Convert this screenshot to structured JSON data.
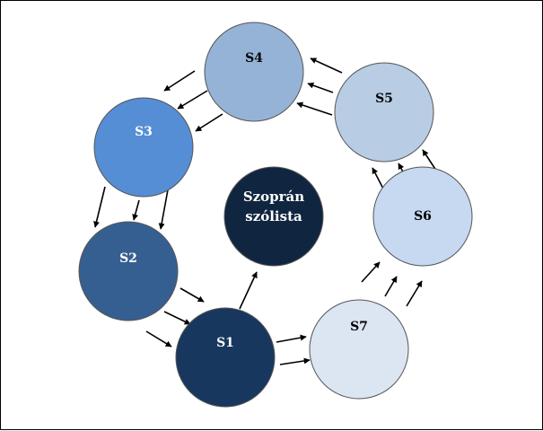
{
  "colors": {
    "arrow": "#000000",
    "node_stroke": "#555555"
  },
  "nodes": [
    {
      "id": "S4",
      "label": "S4",
      "fill": "#95b3d7",
      "text_color": "#000000"
    },
    {
      "id": "S5",
      "label": "S5",
      "fill": "#b8cce4",
      "text_color": "#000000"
    },
    {
      "id": "S3",
      "label": "S3",
      "fill": "#558ed5",
      "text_color": "#ffffff"
    },
    {
      "id": "S6",
      "label": "S6",
      "fill": "#c6d9f1",
      "text_color": "#000000"
    },
    {
      "id": "S2",
      "label": "S2",
      "fill": "#365f91",
      "text_color": "#ffffff"
    },
    {
      "id": "S1",
      "label": "S1",
      "fill": "#17375e",
      "text_color": "#ffffff"
    },
    {
      "id": "S7",
      "label": "S7",
      "fill": "#dce6f2",
      "text_color": "#000000"
    }
  ],
  "center": {
    "id": "center",
    "label_lines": [
      "Szoprán",
      "szólista"
    ],
    "fill": "#10253f",
    "text_color": "#ffffff"
  }
}
